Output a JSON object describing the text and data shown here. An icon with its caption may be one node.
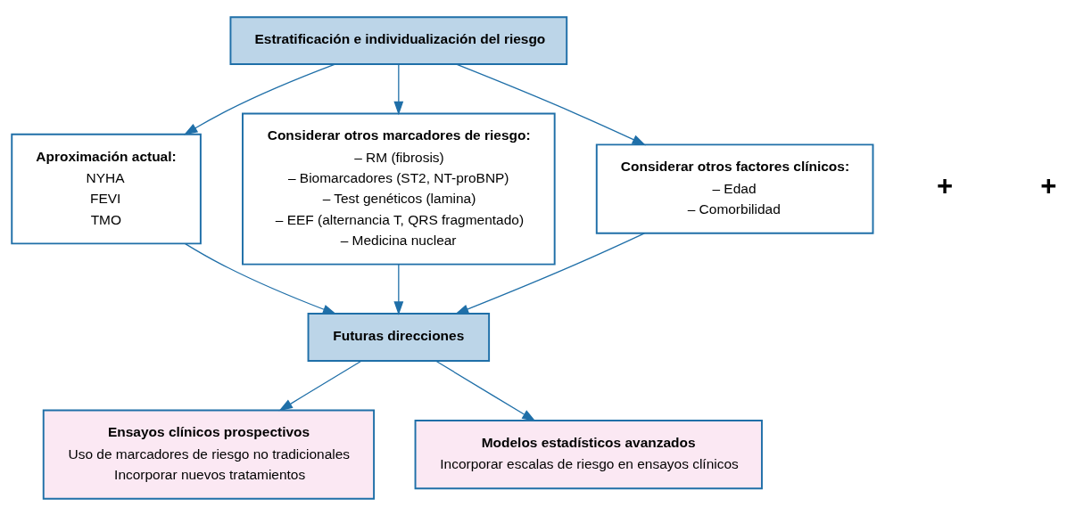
{
  "diagram": {
    "nodes": [
      {
        "text": [
          "Estratificación e individualización del riesgo"
        ]
      },
      {
        "text": [
          "Aproximación actual:",
          "NYHA",
          "FEVI",
          "TMO"
        ]
      },
      {
        "text": [
          "Considerar otros marcadores de riesgo:",
          "– RM (fibrosis)",
          "– Biomarcadores (ST2, NT-proBNP)",
          "– Test genéticos (lamina)",
          "– EEF (alternancia T, QRS fragmentado)",
          "– Medicina nuclear"
        ]
      },
      {
        "text": [
          "Considerar otros factores clínicos:",
          "– Edad",
          "– Comorbilidad"
        ]
      },
      {
        "text": [
          "Futuras direcciones"
        ]
      },
      {
        "text": [
          "Ensayos clínicos prospectivos",
          "Uso de marcadores de riesgo no tradicionales",
          "Incorporar nuevos tratamientos"
        ]
      },
      {
        "text": [
          "Modelos estadísticos avanzados",
          "Incorporar escalas de riesgo en ensayos clínicos"
        ]
      }
    ],
    "edges": [
      {
        "from": 0,
        "to": 1,
        "arrow": "to"
      },
      {
        "from": 0,
        "to": 2,
        "arrow": "to"
      },
      {
        "from": 0,
        "to": 3,
        "arrow": "to"
      },
      {
        "from": 1,
        "to": 4,
        "arrow": "to"
      },
      {
        "from": 2,
        "to": 4,
        "arrow": "to"
      },
      {
        "from": 3,
        "to": 4,
        "arrow": "to"
      },
      {
        "from": 4,
        "to": 5,
        "arrow": "to"
      },
      {
        "from": 4,
        "to": 6,
        "arrow": "to"
      }
    ],
    "labels": [
      "+",
      "+"
    ]
  }
}
